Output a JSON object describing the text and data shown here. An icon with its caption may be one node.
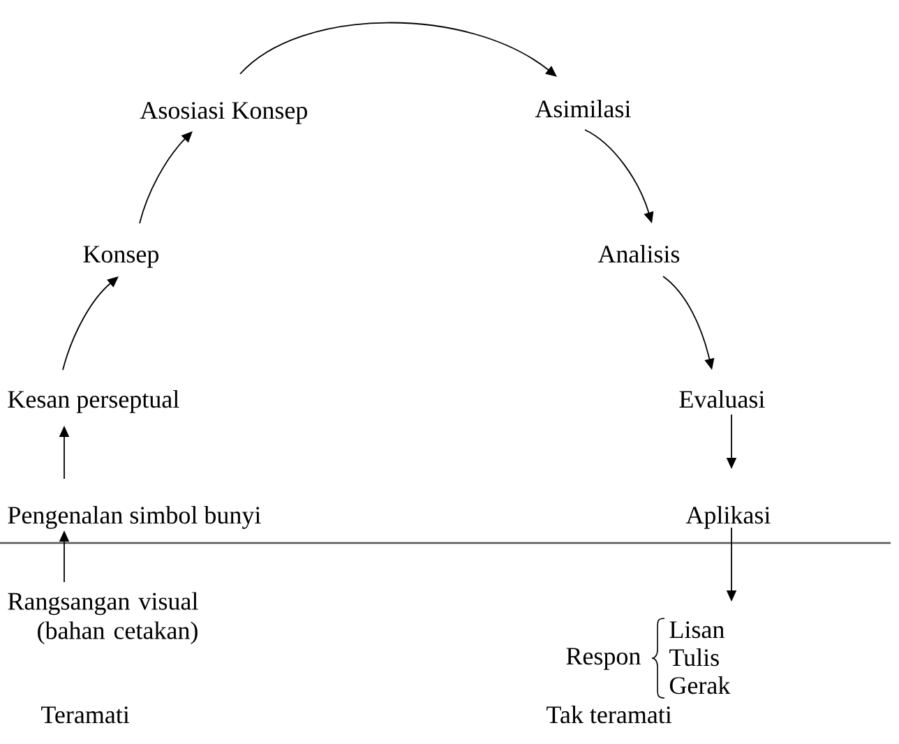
{
  "diagram": {
    "nodes": [
      {
        "text": [
          "Asosiasi Konsep"
        ]
      },
      {
        "text": [
          "Asimilasi"
        ]
      },
      {
        "text": [
          "Konsep"
        ]
      },
      {
        "text": [
          "Analisis"
        ]
      },
      {
        "text": [
          "Kesan perseptual"
        ]
      },
      {
        "text": [
          "Evaluasi"
        ]
      },
      {
        "text": [
          "Pengenalan simbol bunyi"
        ]
      },
      {
        "text": [
          "Aplikasi"
        ]
      },
      {
        "text": [
          "Rangsangan visual (bahan cetakan)"
        ]
      },
      {
        "text": [
          "Respon",
          "Lisan",
          "Tulis",
          "Gerak"
        ]
      }
    ],
    "edges": [
      {
        "from": 8,
        "to": 6,
        "arrow": "to"
      },
      {
        "from": 6,
        "to": 4,
        "arrow": "to"
      },
      {
        "from": 4,
        "to": 2,
        "arrow": "to"
      },
      {
        "from": 2,
        "to": 0,
        "arrow": "to"
      },
      {
        "from": 0,
        "to": 1,
        "arrow": "to"
      },
      {
        "from": 1,
        "to": 3,
        "arrow": "to"
      },
      {
        "from": 3,
        "to": 5,
        "arrow": "to"
      },
      {
        "from": 5,
        "to": 7,
        "arrow": "to"
      },
      {
        "from": 7,
        "to": 9,
        "arrow": "to"
      }
    ],
    "labels": [
      "Teramati",
      "Tak teramati"
    ]
  }
}
